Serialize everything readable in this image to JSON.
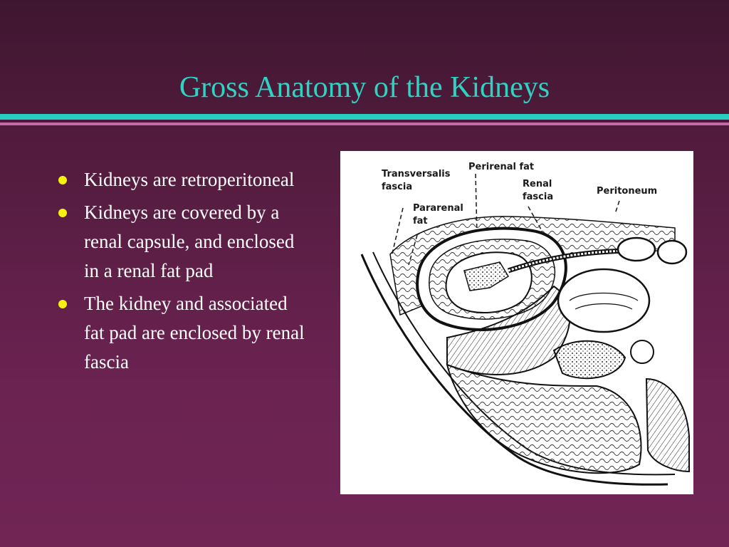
{
  "slide": {
    "title": "Gross Anatomy of the Kidneys",
    "bullets": [
      "Kidneys are retroperitoneal",
      "Kidneys are covered by a renal capsule, and enclosed in a renal fat pad",
      "The kidney and associated fat pad are enclosed by renal fascia"
    ]
  },
  "figure": {
    "labels": {
      "transversalis_1": "Transversalis",
      "transversalis_2": "fascia",
      "perirenal": "Perirenal fat",
      "pararenal_1": "Pararenal",
      "pararenal_2": "fat",
      "renal_fascia_1": "Renal",
      "renal_fascia_2": "fascia",
      "peritoneum": "Peritoneum"
    }
  },
  "colors": {
    "title": "#2fd3c2",
    "rule_teal": "#27cfc0",
    "rule_pink": "#c46aa9",
    "bullet": "#f4f20e",
    "text": "#ffffff",
    "background": "#5a1e44"
  }
}
